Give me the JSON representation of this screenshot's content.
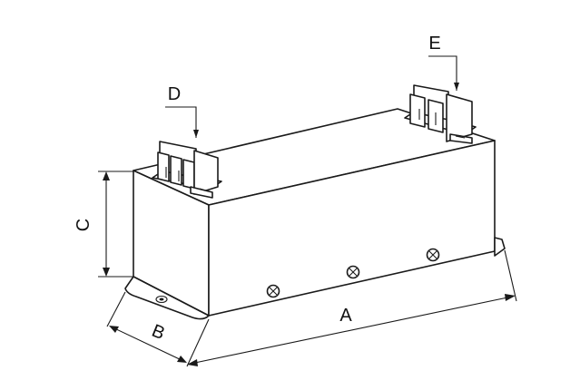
{
  "dimensions": {
    "a": "A",
    "b": "B",
    "c": "C"
  },
  "callouts": {
    "d": "D",
    "e": "E"
  },
  "colors": {
    "line": "#1a1a1a",
    "background": "#ffffff"
  }
}
